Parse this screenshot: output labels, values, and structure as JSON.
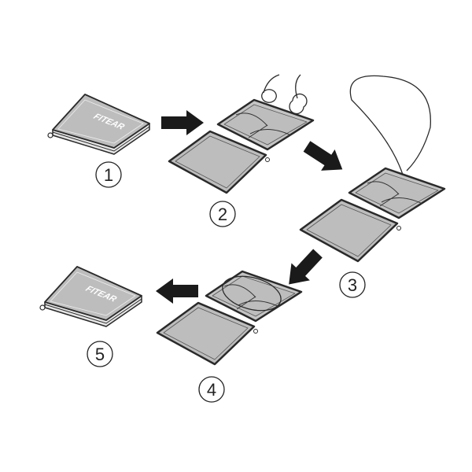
{
  "brand": "FITEAR",
  "steps": [
    {
      "label": "1"
    },
    {
      "label": "2"
    },
    {
      "label": "3"
    },
    {
      "label": "4"
    },
    {
      "label": "5"
    }
  ],
  "colors": {
    "case_fill": "#bdbdbd",
    "outline": "#2a2a2a",
    "arrow": "#1a1a1a"
  }
}
